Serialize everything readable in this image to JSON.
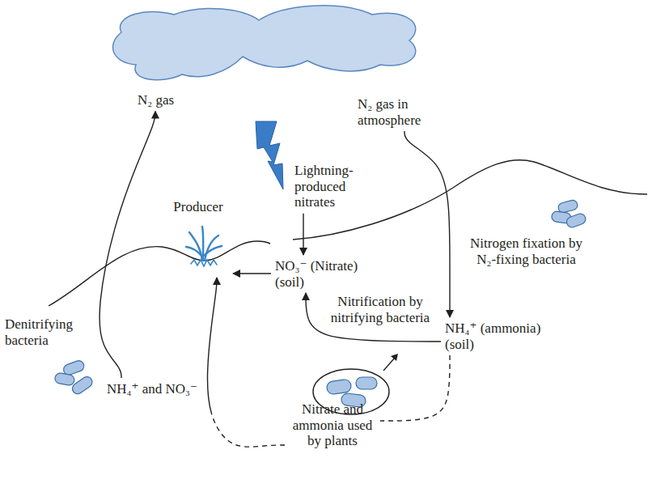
{
  "diagram": {
    "nodes": [
      {
        "text": [
          "N₂ gas"
        ]
      },
      {
        "text": [
          "N₂ gas in atmosphere"
        ]
      },
      {
        "text": [
          "Lightning-produced nitrates"
        ]
      },
      {
        "text": [
          "Producer"
        ]
      },
      {
        "text": [
          "NO₃⁻ (Nitrate)",
          "(soil)"
        ]
      },
      {
        "text": [
          "NH₄⁺ (ammonia)",
          "(soil)"
        ]
      },
      {
        "text": [
          "NH₄⁺ and NO₃⁻"
        ]
      },
      {
        "text": [
          "Nitrate and ammonia used by plants"
        ]
      }
    ],
    "edges": [
      {
        "from": 1,
        "to": 5,
        "arrow": "to"
      },
      {
        "from": 5,
        "to": 4,
        "arrow": "to"
      },
      {
        "from": 4,
        "to": 3,
        "arrow": "to"
      },
      {
        "from": 2,
        "to": 4,
        "arrow": "to"
      },
      {
        "from": 6,
        "to": 0,
        "arrow": "to"
      },
      {
        "from": 5,
        "to": 7,
        "arrow": "none"
      },
      {
        "from": 7,
        "to": 3,
        "arrow": "to"
      }
    ],
    "labels": [
      "Nitrogen fixation by N₂-fixing bacteria",
      "Nitrification by nitrifying bacteria",
      "Denitrifying bacteria"
    ]
  }
}
